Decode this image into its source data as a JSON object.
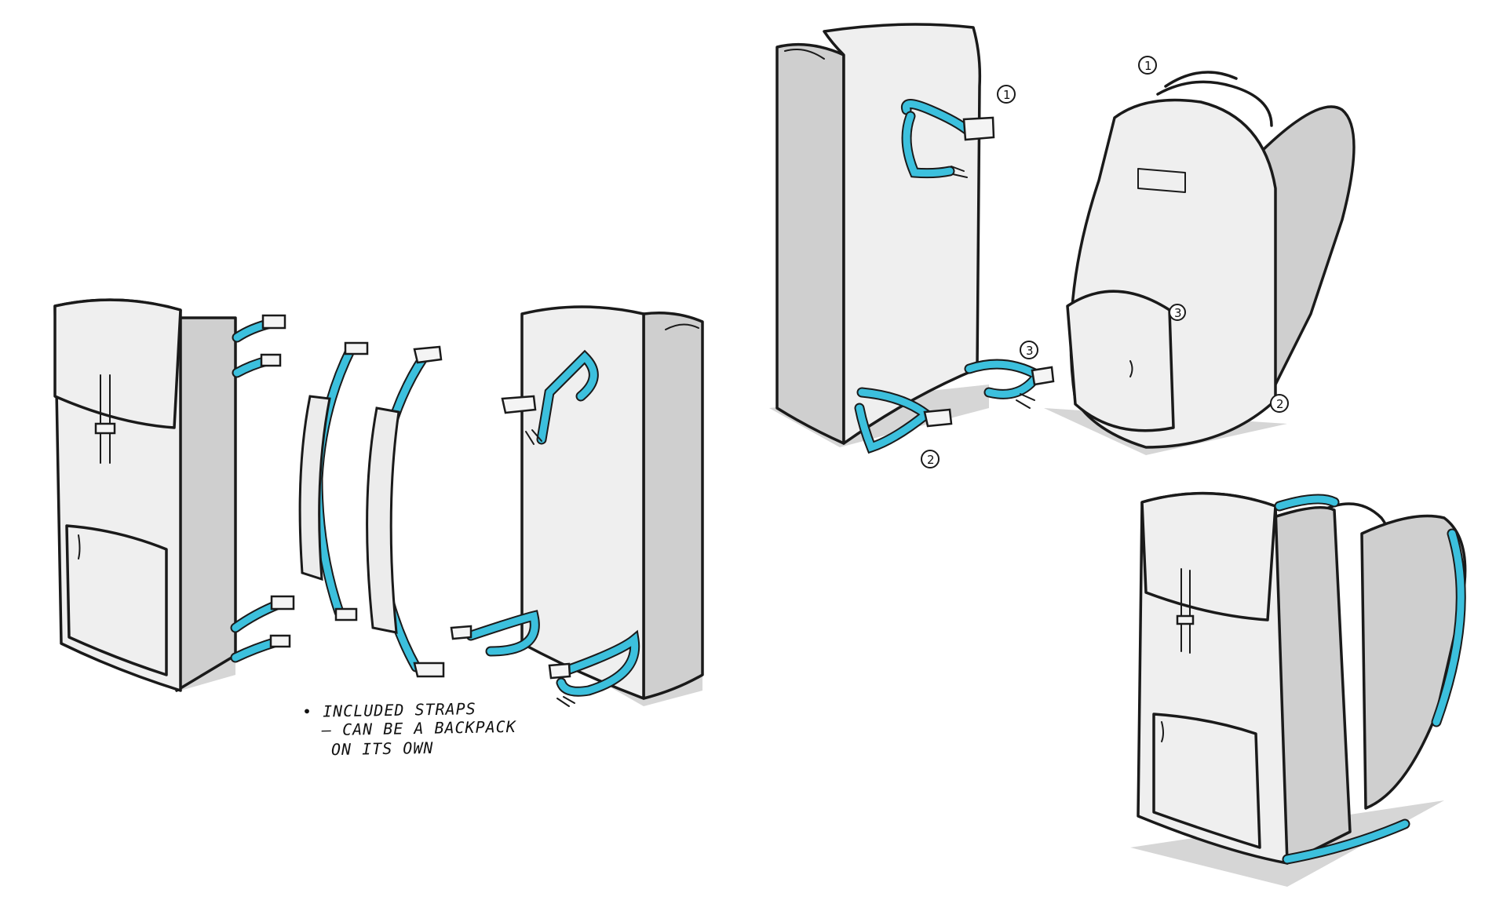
{
  "notes": {
    "line1": "• INCLUDED STRAPS",
    "line2": "— CAN BE A BACKPACK",
    "line3": "ON ITS OWN"
  },
  "callouts": {
    "one": "1",
    "two": "2",
    "three": "3"
  },
  "colors": {
    "strap": "#3cc0dd",
    "body_fill": "#e9e9e9",
    "shadow": "#c8c8c8",
    "outline": "#1a1a1a"
  }
}
